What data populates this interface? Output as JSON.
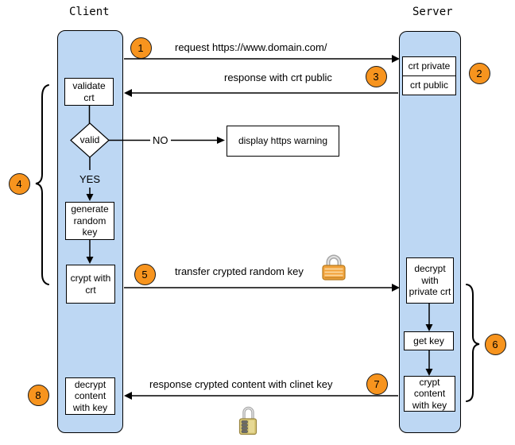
{
  "title_client": "Client",
  "title_server": "Server",
  "client_steps": {
    "validate_crt": "validate crt",
    "valid_check": "valid",
    "branch_no": "NO",
    "branch_yes": "YES",
    "display_warning": "display https warning",
    "generate_random_key": "generate random key",
    "crypt_with_crt": "crypt with crt",
    "decrypt_content_with_key": "decrypt content with key"
  },
  "server_steps": {
    "crt_private": "crt private",
    "crt_public": "crt public",
    "decrypt_with_private_crt": "decrypt with private crt",
    "get_key": "get key",
    "crypt_content_with_key": "crypt content with key"
  },
  "messages": {
    "m1": "request https://www.domain.com/",
    "m3": "response with crt public",
    "m5": "transfer crypted random key",
    "m7": "response crypted content with clinet key"
  },
  "badges": {
    "step1": "1",
    "step2": "2",
    "step3": "3",
    "step4": "4",
    "step5": "5",
    "step6": "6",
    "step7": "7",
    "step8": "8"
  },
  "icons": {
    "message5_lock": "closed-padlock",
    "message7_lock": "combination-padlock"
  },
  "colors": {
    "lifeline_fill": "#BDD7F3",
    "badge_fill": "#F7941E",
    "box_fill": "#FFFFFF",
    "stroke": "#000000"
  }
}
